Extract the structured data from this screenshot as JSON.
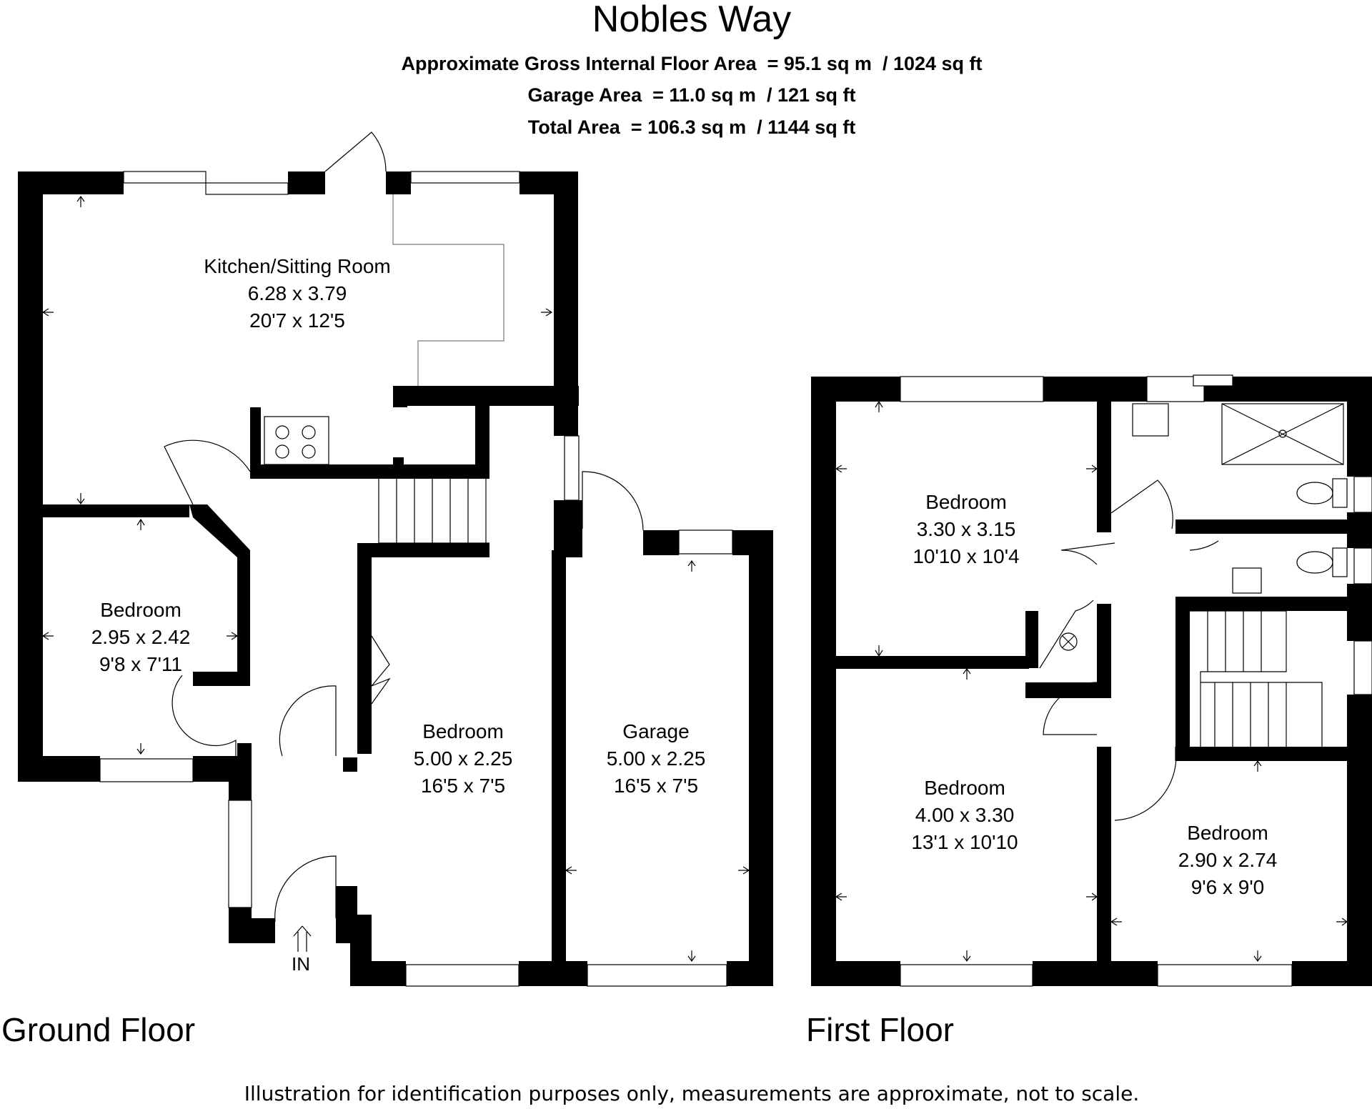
{
  "title": "Nobles Way",
  "areas": {
    "line1": "Approximate Gross Internal Floor Area  = 95.1 sq m  / 1024 sq ft",
    "line2": "Garage Area  = 11.0 sq m  / 121 sq ft",
    "line3": "Total Area  = 106.3 sq m  / 1144 sq ft"
  },
  "ground_floor": {
    "label": "Ground Floor",
    "entrance": "IN",
    "rooms": [
      {
        "name": "Kitchen/Sitting Room",
        "metric": "6.28 x 3.79",
        "imperial": "20'7 x 12'5"
      },
      {
        "name": "Bedroom",
        "metric": "2.95 x 2.42",
        "imperial": "9'8 x 7'11"
      },
      {
        "name": "Bedroom",
        "metric": "5.00 x 2.25",
        "imperial": "16'5 x 7'5"
      },
      {
        "name": "Garage",
        "metric": "5.00 x 2.25",
        "imperial": "16'5 x 7'5"
      }
    ]
  },
  "first_floor": {
    "label": "First Floor",
    "rooms": [
      {
        "name": "Bedroom",
        "metric": "3.30 x 3.15",
        "imperial": "10'10 x 10'4"
      },
      {
        "name": "Bedroom",
        "metric": "4.00 x 3.30",
        "imperial": "13'1 x 10'10"
      },
      {
        "name": "Bedroom",
        "metric": "2.90 x 2.74",
        "imperial": "9'6 x 9'0"
      }
    ]
  },
  "disclaimer": "Illustration for identification purposes only, measurements are approximate, not to scale."
}
